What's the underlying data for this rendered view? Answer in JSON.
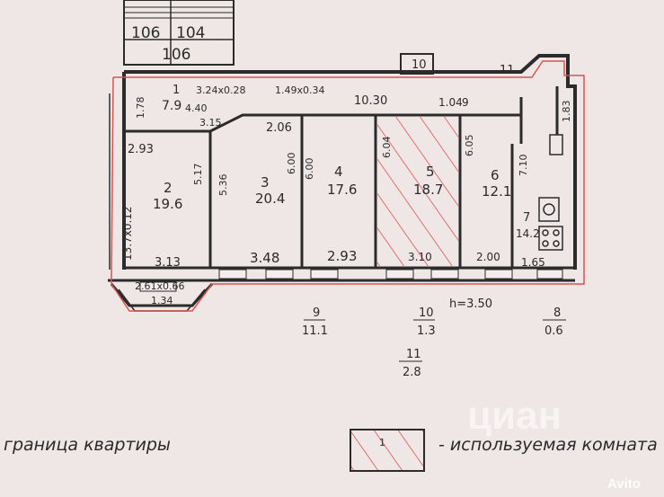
{
  "colors": {
    "paper": "#efe6e6",
    "wall": "#2b2b2b",
    "apartment_border": "#d9534f",
    "hatch": "#d9534f"
  },
  "neighbours": {
    "unit_a": "106",
    "unit_b": "104",
    "unit_c": "106"
  },
  "top_labels": {
    "box_10": "10",
    "box_11": "11"
  },
  "corridor": {
    "number": "1",
    "area": "7.9",
    "dim_a": "3.24x0.28",
    "dim_b": "4.40",
    "dim_c": "3.15",
    "dim_d": "2.06",
    "dim_e": "1.49x0.34",
    "dim_f": "10.30",
    "dim_g": "1.04",
    "dim_h": "9",
    "dim_i": "1.78",
    "dim_j": "1.83"
  },
  "rooms": [
    {
      "number": "2",
      "area": "19.6",
      "width": "2.93",
      "height": "13.7x0.12",
      "bottom": "3.13",
      "side": "5.17"
    },
    {
      "number": "3",
      "area": "20.4",
      "side": "5.36",
      "depth": "6.00",
      "bottom": "3.48"
    },
    {
      "number": "4",
      "area": "17.6",
      "depth": "6.00",
      "bottom": "2.93"
    },
    {
      "number": "5",
      "area": "18.7",
      "depth": "6.04",
      "bottom": "3.10"
    },
    {
      "number": "6",
      "area": "12.1",
      "depth": "6.05",
      "bottom": "2.00",
      "side": "7.10"
    },
    {
      "number": "7",
      "area": "14.2",
      "bottom": "1.65"
    }
  ],
  "bay": {
    "dim_a": "2.61x0.66",
    "dim_b": "1.34"
  },
  "below": [
    {
      "number": "9",
      "area": "11.1"
    },
    {
      "number": "10",
      "area": "1.3"
    },
    {
      "number": "8",
      "area": "0.6"
    },
    {
      "number": "11",
      "area": "2.8"
    }
  ],
  "ceiling": "h=3.50",
  "legend": {
    "border_label": "граница квартиры",
    "room_label": "- используемая комната",
    "room_sample_number": "1"
  },
  "watermarks": {
    "cian": "циан",
    "avito": "Avito"
  }
}
